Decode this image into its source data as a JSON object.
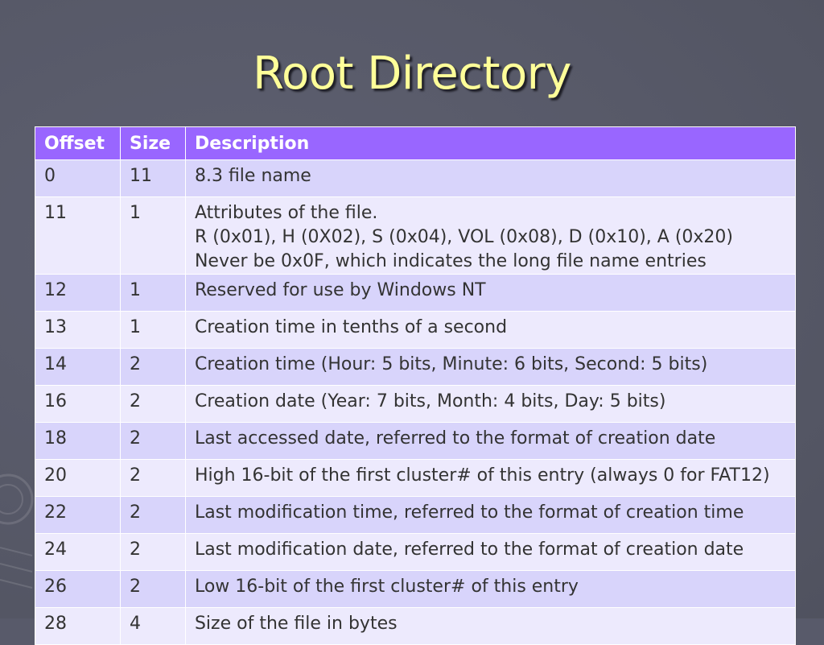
{
  "slide": {
    "title": "Root Directory"
  },
  "table": {
    "headers": {
      "offset": "Offset",
      "size": "Size",
      "description": "Description"
    },
    "rows": [
      {
        "offset": "0",
        "size": "11",
        "description": [
          "8.3 file name"
        ]
      },
      {
        "offset": "11",
        "size": "1",
        "description": [
          "Attributes of the file.",
          "R (0x01), H (0X02), S (0x04), VOL (0x08), D (0x10), A (0x20)",
          "Never be 0x0F, which indicates the long file name entries"
        ]
      },
      {
        "offset": "12",
        "size": "1",
        "description": [
          "Reserved for use by Windows NT"
        ]
      },
      {
        "offset": "13",
        "size": "1",
        "description": [
          "Creation time in tenths of a second"
        ]
      },
      {
        "offset": "14",
        "size": "2",
        "description": [
          "Creation time (Hour: 5 bits, Minute: 6 bits, Second: 5 bits)"
        ]
      },
      {
        "offset": "16",
        "size": "2",
        "description": [
          "Creation date (Year: 7 bits, Month: 4 bits, Day: 5 bits)"
        ]
      },
      {
        "offset": "18",
        "size": "2",
        "description": [
          "Last accessed date, referred to the format of creation date"
        ]
      },
      {
        "offset": "20",
        "size": "2",
        "description": [
          "High 16-bit of the first cluster# of this entry (always 0 for FAT12)"
        ]
      },
      {
        "offset": "22",
        "size": "2",
        "description": [
          "Last modification time, referred to the format of creation time"
        ]
      },
      {
        "offset": "24",
        "size": "2",
        "description": [
          "Last modification date, referred to the format of creation date"
        ]
      },
      {
        "offset": "26",
        "size": "2",
        "description": [
          "Low 16-bit of the first cluster# of this entry"
        ]
      },
      {
        "offset": "28",
        "size": "4",
        "description": [
          "Size of the file in bytes"
        ]
      }
    ]
  },
  "colors": {
    "background": "#585a6a",
    "title": "#ffff99",
    "header": "#9966ff",
    "row_odd": "#d8d4fb",
    "row_even": "#edeafd"
  }
}
